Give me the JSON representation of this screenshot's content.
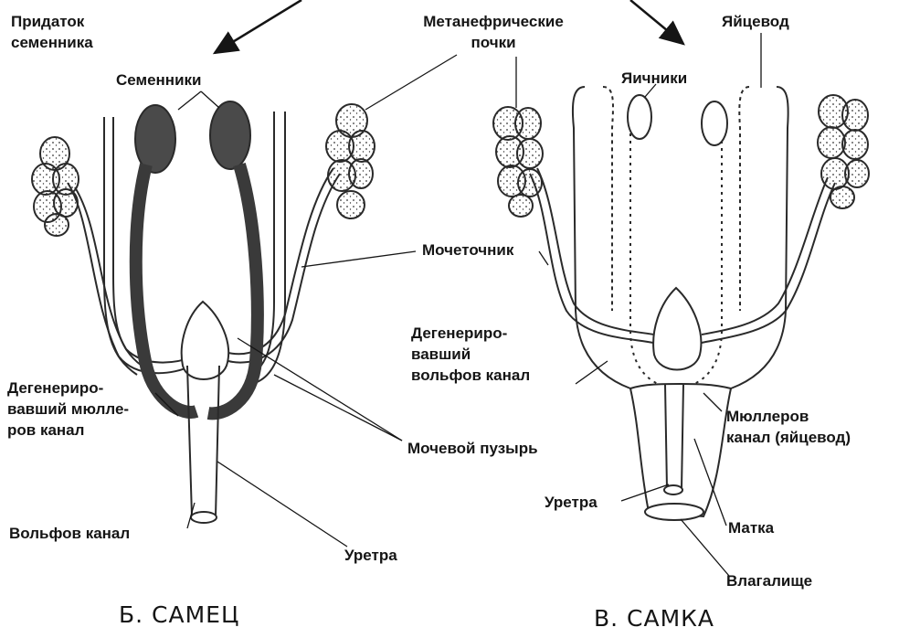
{
  "labels": {
    "appendage": "Придаток\nсеменника",
    "testes": "Семенники",
    "metanephric": "Метанефрические\nпочки",
    "oviduct": "Яйцевод",
    "ovaries": "Яичники",
    "ureter": "Мочеточник",
    "degen_muller": "Дегенериро-\nвавший мюлле-\nров канал",
    "degen_wolff": "Дегенериро-\nвавший\nвольфов канал",
    "bladder": "Мочевой пузырь",
    "muller": "Мюллеров\nканал (яйцевод)",
    "wolff": "Вольфов канал",
    "urethra_f": "Уретра",
    "uterus": "Матка",
    "urethra_m": "Уретра",
    "vagina": "Влагалище"
  },
  "captions": {
    "male": "Б. САМЕЦ",
    "female": "В. САМКА"
  },
  "colors": {
    "ink": "#151515",
    "stroke": "#2a2a2a",
    "testis_fill": "#4a4a4a",
    "paper": "#ffffff"
  }
}
